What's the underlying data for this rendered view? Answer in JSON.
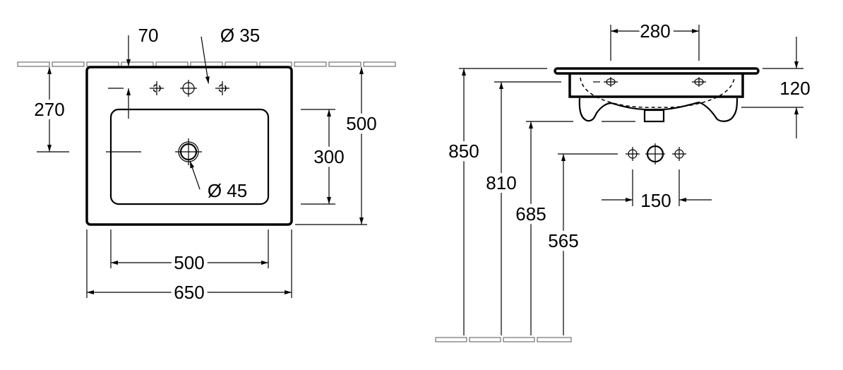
{
  "top_view": {
    "tap_hole_offset": "70",
    "tap_hole_diameter": "Ø 35",
    "drain_depth_from_wall": "270",
    "bowl_depth": "300",
    "total_depth": "500",
    "drain_diameter": "Ø 45",
    "bowl_width": "500",
    "total_width": "650"
  },
  "side_view": {
    "overflow_spacing": "280",
    "basin_height": "120",
    "top_height": "850",
    "underside_height": "810",
    "trap_height": "685",
    "supply_height": "565",
    "supply_spacing": "150"
  }
}
